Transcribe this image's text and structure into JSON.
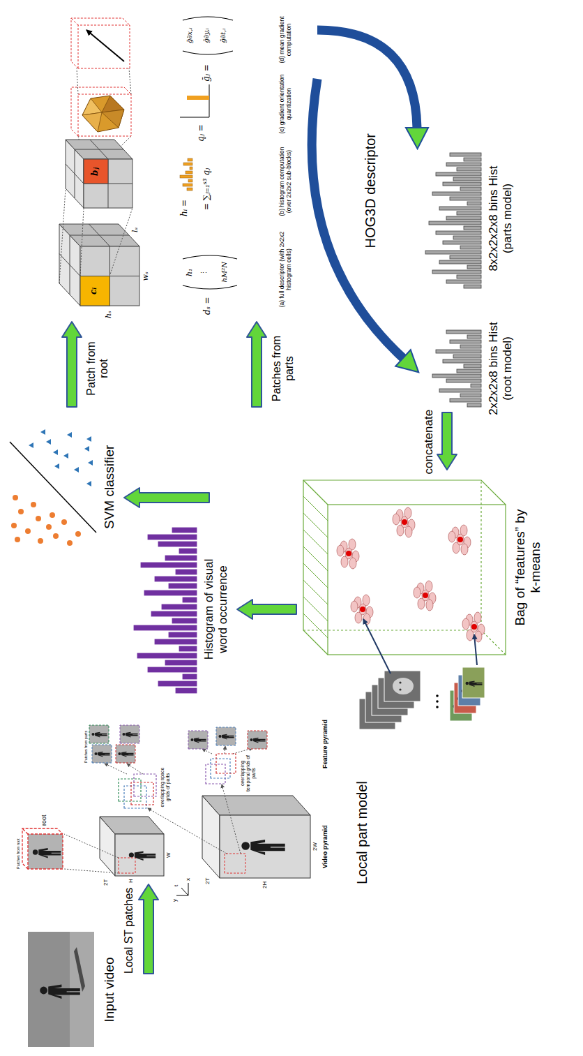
{
  "diagram": {
    "labels": [
      "Input video",
      "Local ST patches",
      "Patches from root",
      "root",
      "2T",
      "H",
      "W",
      "y",
      "t",
      "x",
      "2T",
      "2H",
      "2W",
      "overlapping space grids of parts",
      "overlapping temporal grids of parts",
      "Patches from parts",
      "Video pyramid",
      "Feature pyramid",
      "Local part model",
      "Patch from root",
      "Patches from parts",
      "HOG3D descriptor",
      "wₛ",
      "hₛ",
      "lₛ",
      "cᵢ",
      "bⱼ",
      "dₛ =",
      "h₁",
      "⋮",
      "hM²N",
      "hᵢ =",
      "= ∑ⱼ₌₁ˢ³ qⱼ",
      "qⱼ =",
      "ḡⱼ =",
      "ḡ∂x,ᵢ",
      "ḡ∂y,ᵢ",
      "ḡ∂t,ᵢ",
      "(a) full descriptor (with 2x2x2 histogram cells)",
      "(b) histogram computation (over 2x2x2 sub-blocks)",
      "(c) gradient orientation quantization",
      "(d) mean gradient computation",
      "2x2x2x8 bins Hist (root model)",
      "8x2x2x2x8 bins Hist (parts model)",
      "concatenate",
      "Bag of “features” by k-means",
      "Histogram of visual word occurrence",
      "SVM classifier"
    ]
  }
}
